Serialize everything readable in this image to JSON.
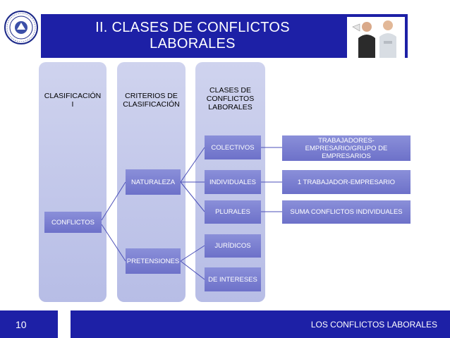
{
  "slide": {
    "title_line1": "II. CLASES DE CONFLICTOS",
    "title_line2": "LABORALES",
    "page_number": "10",
    "footer_text": "LOS CONFLICTOS LABORALES"
  },
  "columns": {
    "col1_line1": "CLASIFICACIÓN",
    "col1_line2": "I",
    "col2_line1": "CRITERIOS DE",
    "col2_line2": "CLASIFICACIÓN",
    "col3_line1": "CLASES DE",
    "col3_line2": "CONFLICTOS",
    "col3_line3": "LABORALES"
  },
  "nodes": {
    "conflictos": "CONFLICTOS",
    "naturaleza": "NATURALEZA",
    "pretensiones": "PRETENSIONES",
    "colectivos": "COLECTIVOS",
    "individuales": "INDIVIDUALES",
    "plurales": "PLURALES",
    "juridicos": "JURÍDICOS",
    "de_intereses": "DE INTERESES",
    "desc_colectivos_1": "TRABAJADORES-",
    "desc_colectivos_2": "EMPRESARIO/GRUPO DE",
    "desc_colectivos_3": "EMPRESARIOS",
    "desc_individuales": "1 TRABAJADOR-EMPRESARIO",
    "desc_plurales": "SUMA CONFLICTOS INDIVIDUALES"
  },
  "colors": {
    "brand_blue": "#1d20a6",
    "node_fill": "#7a7ed0",
    "column_fill": "#c3c8ea"
  },
  "icons": {
    "logo": "university-seal-icon",
    "photo": "people-megaphone-image"
  }
}
